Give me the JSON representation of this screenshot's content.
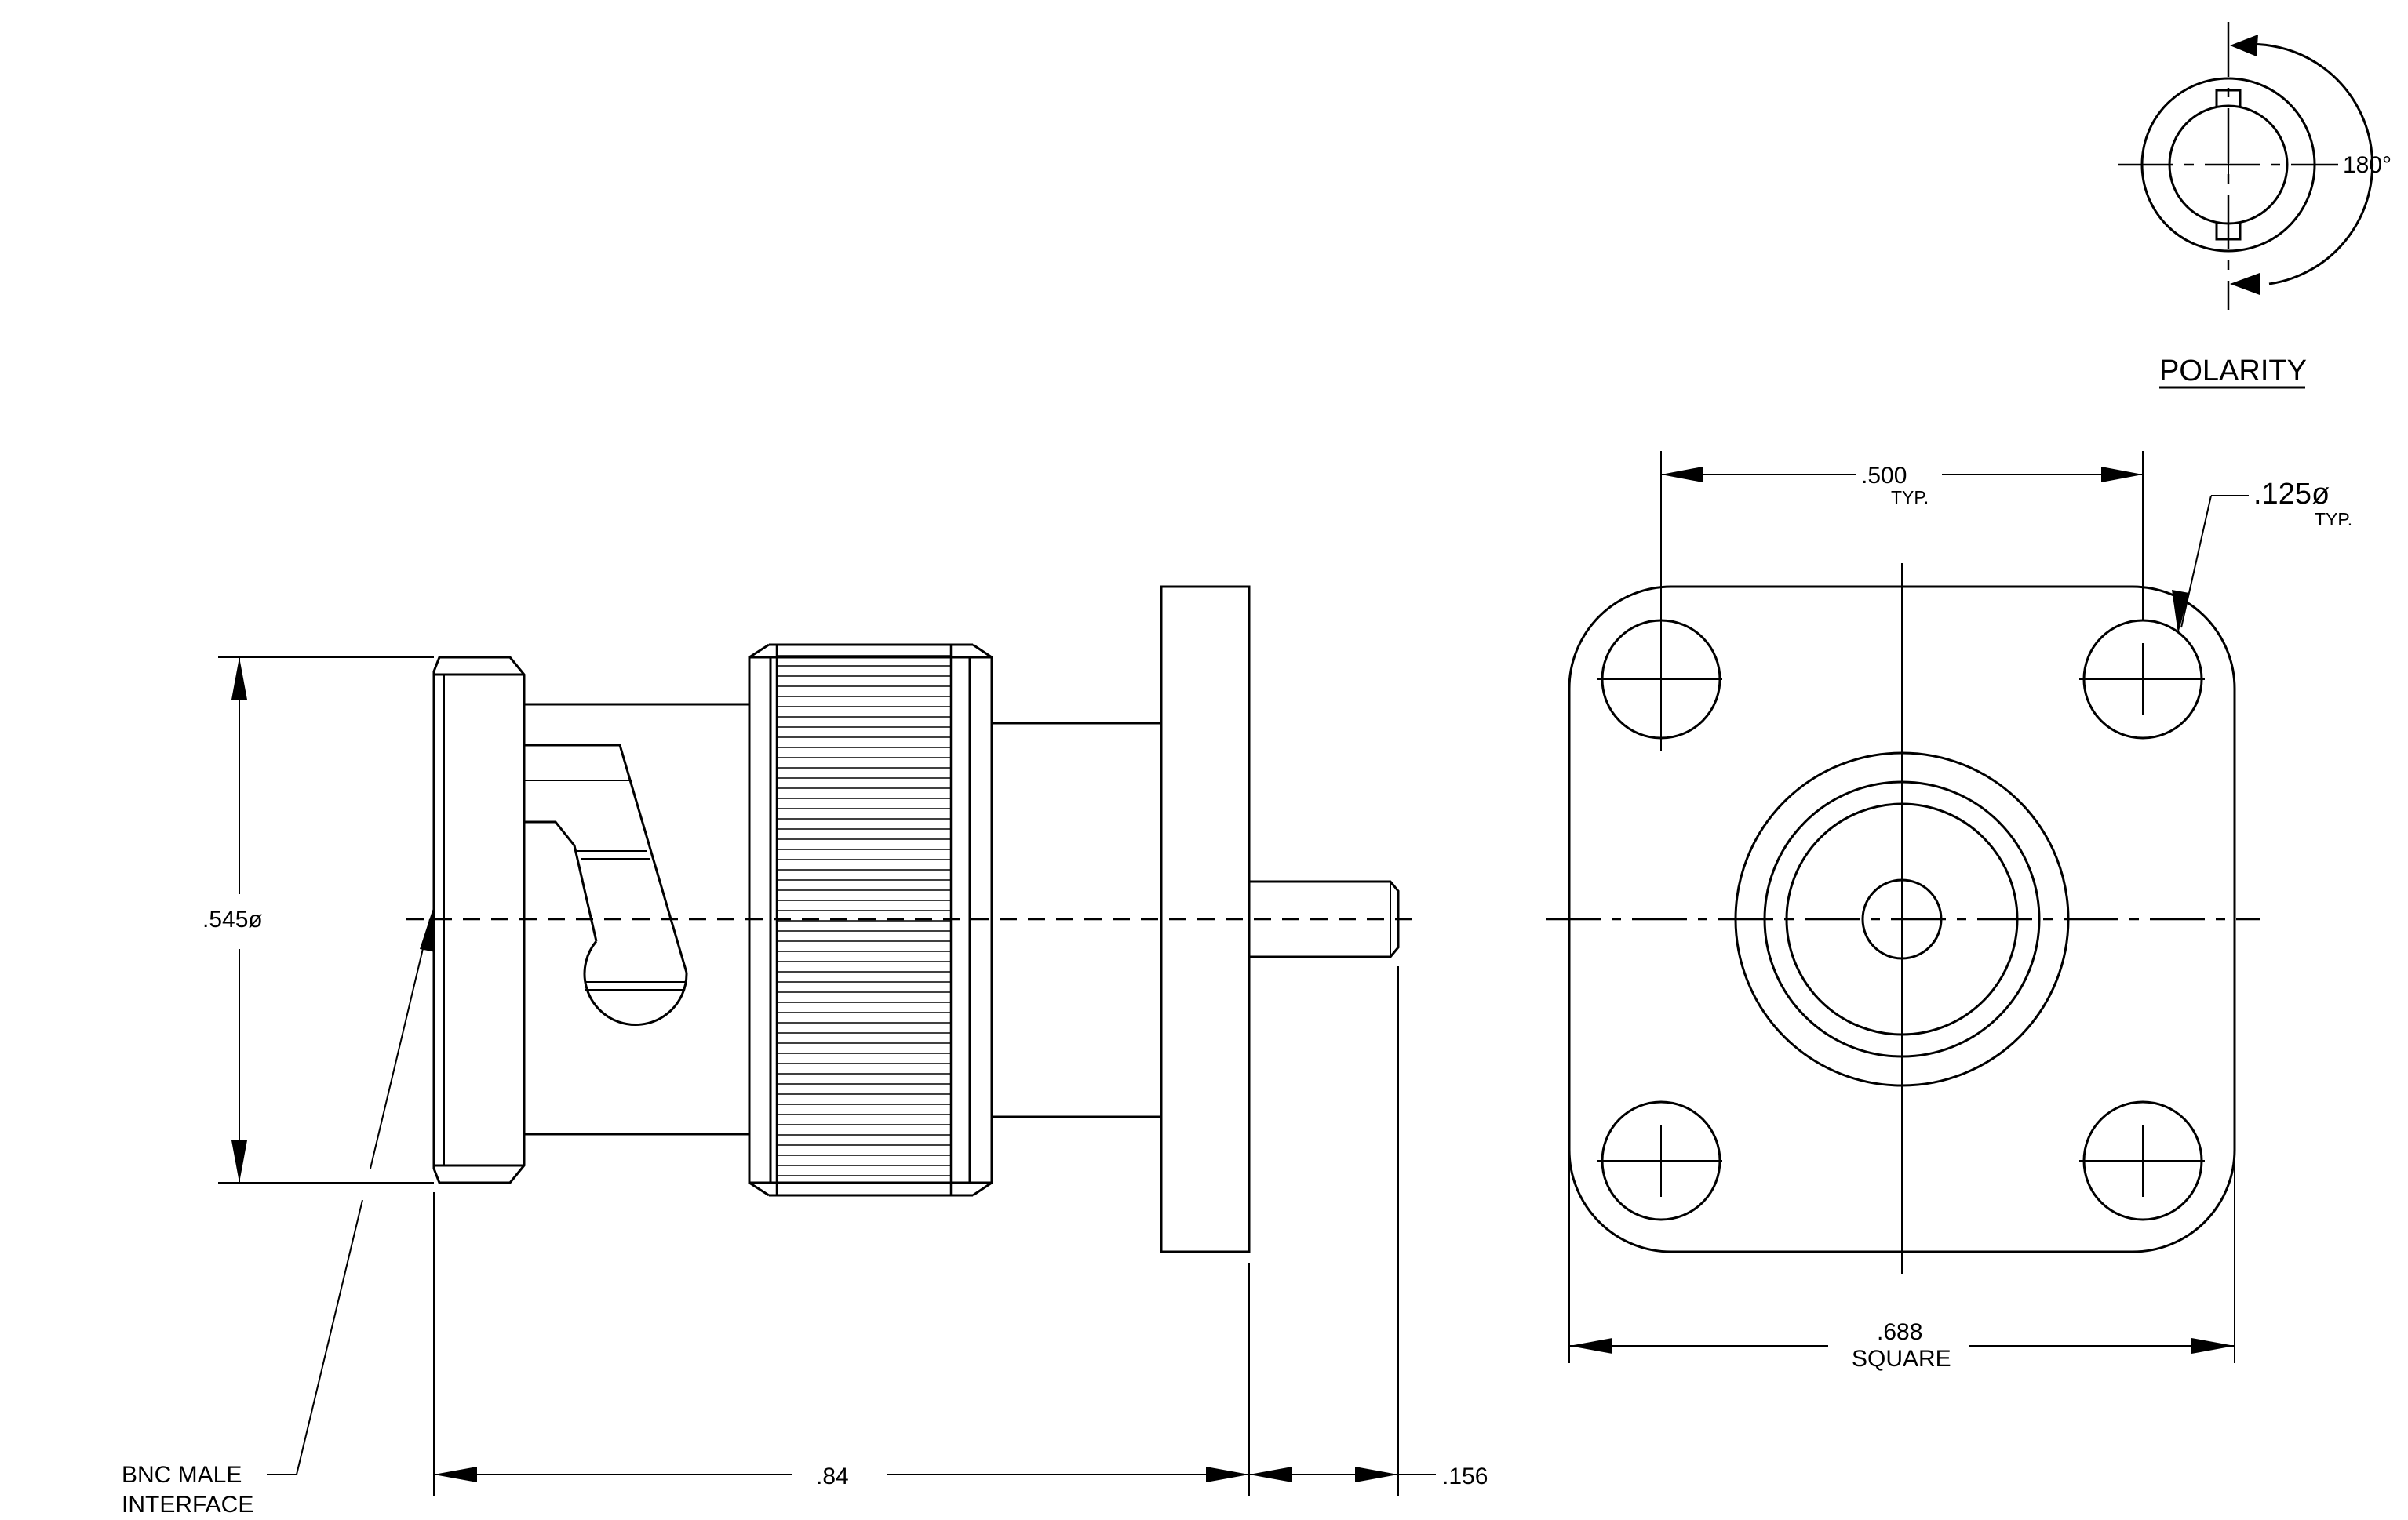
{
  "diagram": {
    "polarity": {
      "title": "POLARITY",
      "angle": "180°"
    },
    "front_view": {
      "hole_spacing": ".500",
      "hole_spacing_note": "TYP.",
      "hole_diameter": ".125ø",
      "hole_diameter_note": "TYP.",
      "flange_size": ".688",
      "flange_size_note": "SQUARE"
    },
    "side_view": {
      "diameter": ".545ø",
      "interface_line1": "BNC MALE",
      "interface_line2": "INTERFACE",
      "length": ".84",
      "pin_length": ".156"
    }
  }
}
